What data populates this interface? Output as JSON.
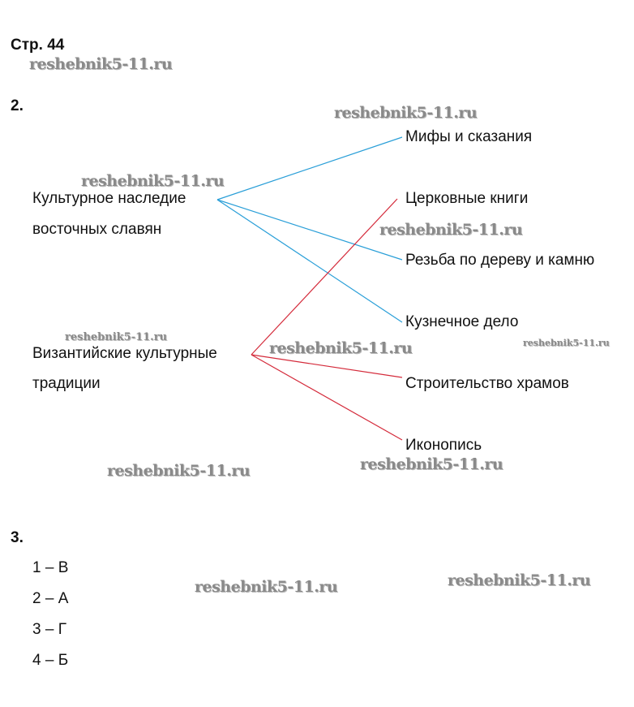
{
  "page_label": "Стр. 44",
  "task2": {
    "number": "2.",
    "left": [
      {
        "line1": "Культурное наследие",
        "line2": "восточных славян"
      },
      {
        "line1": "Византийские культурные",
        "line2": "традиции"
      }
    ],
    "right": [
      "Мифы и сказания",
      "Церковные книги",
      "Резьба по дереву и камню",
      "Кузнечное дело",
      "Строительство храмов",
      "Иконопись"
    ],
    "links": [
      {
        "from": 0,
        "to": [
          0,
          2,
          3
        ],
        "color": "#2a9fd8"
      },
      {
        "from": 1,
        "to": [
          1,
          4,
          5
        ],
        "color": "#d42a3a"
      }
    ]
  },
  "task3": {
    "number": "3.",
    "answers": [
      "1 – В",
      "2 – А",
      "3 – Г",
      "4 – Б"
    ]
  },
  "watermark": "reshebnik5-11.ru"
}
